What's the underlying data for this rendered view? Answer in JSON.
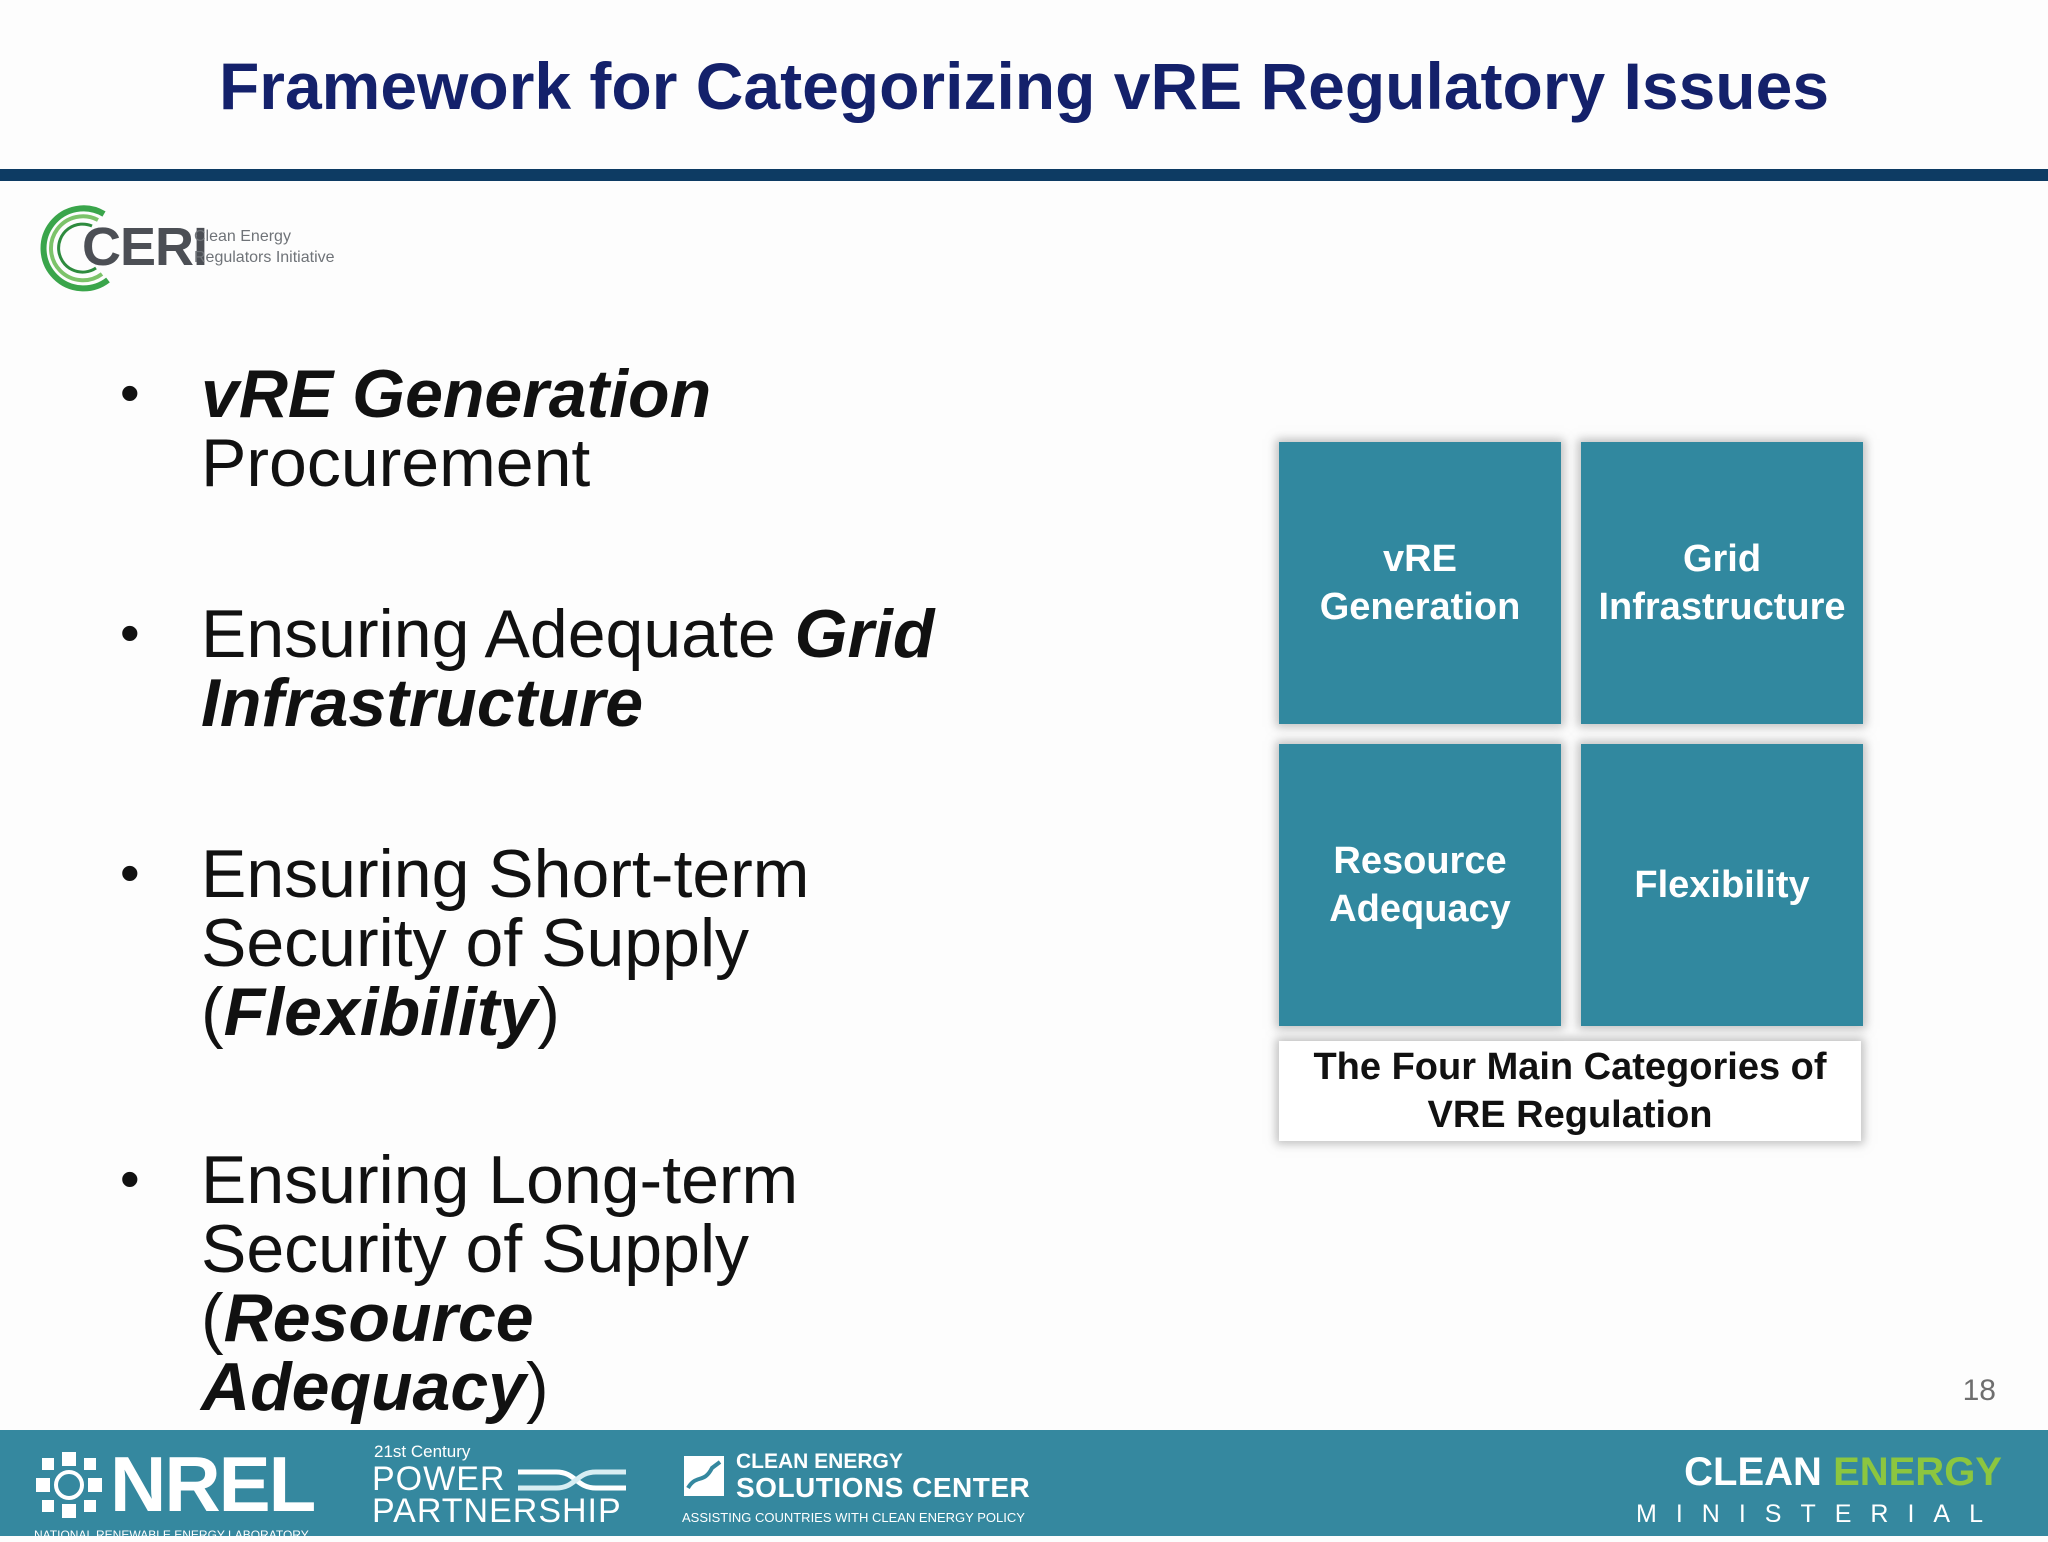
{
  "slide": {
    "title": "Framework for Categorizing vRE Regulatory Issues",
    "page_number": "18"
  },
  "logo_ceri": {
    "word": "CERI",
    "subtitle_line1": "Clean Energy",
    "subtitle_line2": "Regulators Initiative"
  },
  "bullets": [
    {
      "marker": "•",
      "segments": [
        {
          "text": "vRE Generation",
          "style": "bold-italic"
        },
        {
          "text": " Procurement",
          "style": "normal"
        }
      ]
    },
    {
      "marker": "•",
      "segments": [
        {
          "text": "Ensuring Adequate ",
          "style": "normal"
        },
        {
          "text": "Grid Infrastructure",
          "style": "bold-italic"
        }
      ]
    },
    {
      "marker": "•",
      "segments": [
        {
          "text": "Ensuring Short-term Security of Supply (",
          "style": "normal"
        },
        {
          "text": "Flexibility",
          "style": "bold-italic"
        },
        {
          "text": ")",
          "style": "normal"
        }
      ]
    },
    {
      "marker": "•",
      "segments": [
        {
          "text": "Ensuring Long-term Security of Supply (",
          "style": "normal"
        },
        {
          "text": "Resource Adequacy",
          "style": "bold-italic"
        },
        {
          "text": ")",
          "style": "normal"
        }
      ]
    }
  ],
  "categories_panel": {
    "cells": [
      {
        "line1": "vRE",
        "line2": "Generation"
      },
      {
        "line1": "Grid",
        "line2": "Infrastructure"
      },
      {
        "line1": "Resource",
        "line2": "Adequacy"
      },
      {
        "line1": "Flexibility",
        "line2": ""
      }
    ],
    "caption_line1": "The Four Main Categories of",
    "caption_line2": "VRE Regulation"
  },
  "footer": {
    "nrel_word": "NREL",
    "nrel_sub": "NATIONAL RENEWABLE ENERGY LABORATORY",
    "power_small": "21st Century",
    "power_line1": "POWER",
    "power_line2": "PARTNERSHIP",
    "cesc_line1": "CLEAN ENERGY",
    "cesc_line2": "SOLUTIONS CENTER",
    "cesc_line3": "ASSISTING COUNTRIES WITH CLEAN ENERGY POLICY",
    "cem_word1": "CLEAN ",
    "cem_word2": "ENERGY",
    "cem_line2": "MINISTERIAL"
  },
  "colors": {
    "title": "#14216b",
    "title_rule": "#0d3b63",
    "tile": "#31889f",
    "footer": "#35889f",
    "cem_green": "#8cc63f",
    "ceri_green": "#3aa54b"
  }
}
